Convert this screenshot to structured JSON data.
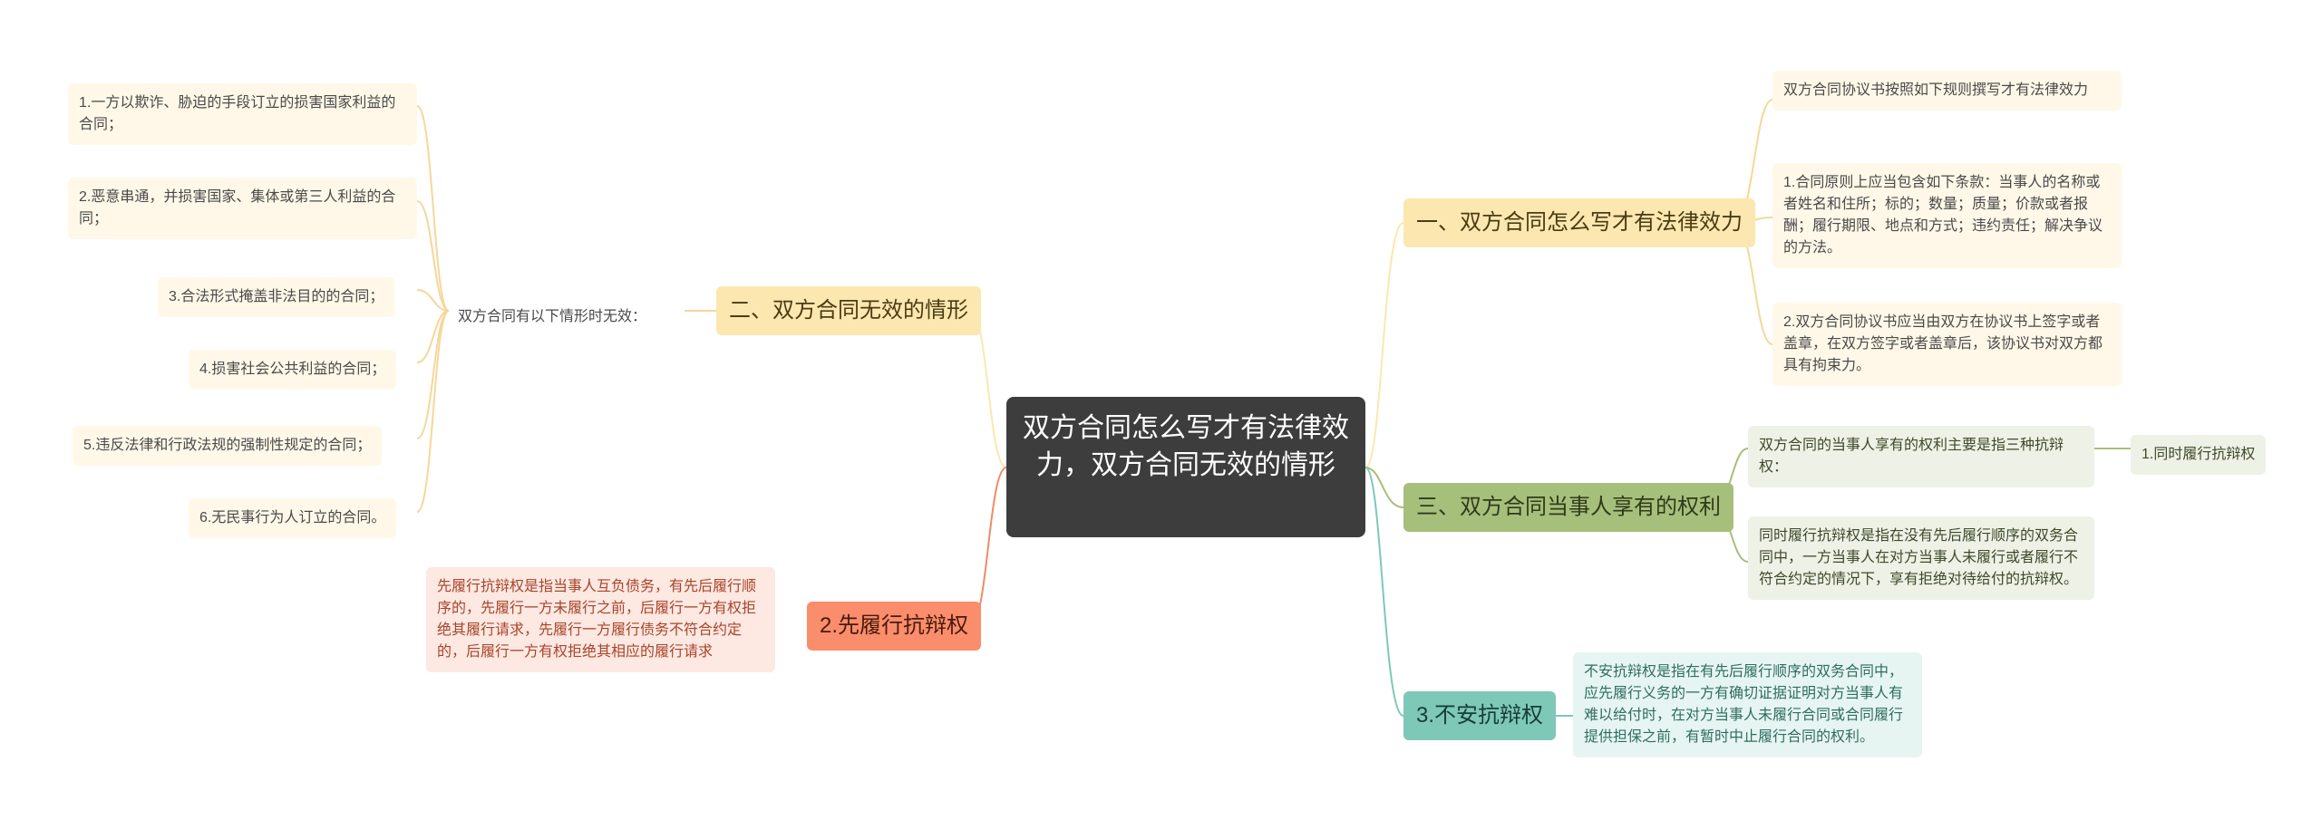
{
  "root": {
    "title": "双方合同怎么写才有法律效力，双方合同无效的情形"
  },
  "right": {
    "b1": {
      "label": "一、双方合同怎么写才有法律效力",
      "leaves": [
        "双方合同协议书按照如下规则撰写才有法律效力",
        "1.合同原则上应当包含如下条款：当事人的名称或者姓名和住所；标的；数量；质量；价款或者报酬；履行期限、地点和方式；违约责任；解决争议的方法。",
        "2.双方合同协议书应当由双方在协议书上签字或者盖章，在双方签字或者盖章后，该协议书对双方都具有拘束力。"
      ]
    },
    "b3": {
      "label": "三、双方合同当事人享有的权利",
      "leaf1": "双方合同的当事人享有的权利主要是指三种抗辩权：",
      "leaf1_child": "1.同时履行抗辩权",
      "leaf2": "同时履行抗辩权是指在没有先后履行顺序的双务合同中，一方当事人在对方当事人未履行或者履行不符合约定的情况下，享有拒绝对待给付的抗辩权。"
    },
    "b4": {
      "label": "3.不安抗辩权",
      "leaf": "不安抗辩权是指在有先后履行顺序的双务合同中，应先履行义务的一方有确切证据证明对方当事人有难以给付时，在对方当事人未履行合同或合同履行提供担保之前，有暂时中止履行合同的权利。"
    }
  },
  "left": {
    "b2": {
      "label": "二、双方合同无效的情形",
      "intro": "双方合同有以下情形时无效：",
      "items": [
        "1.一方以欺诈、胁迫的手段订立的损害国家利益的合同；",
        "2.恶意串通，并损害国家、集体或第三人利益的合同；",
        "3.合法形式掩盖非法目的的合同；",
        "4.损害社会公共利益的合同；",
        "5.违反法律和行政法规的强制性规定的合同；",
        "6.无民事行为人订立的合同。"
      ]
    },
    "b5": {
      "label": "2.先履行抗辩权",
      "leaf": "先履行抗辩权是指当事人互负债务，有先后履行顺序的，先履行一方未履行之前，后履行一方有权拒绝其履行请求，先履行一方履行债务不符合约定的，后履行一方有权拒绝其相应的履行请求"
    }
  },
  "colors": {
    "root": "#3d3d3d",
    "yellow_branch": "#fde7b0",
    "green_branch": "#a6bf7a",
    "orange_branch": "#fa8d6b",
    "teal_branch": "#7ec8b8",
    "yellow_line": "#f5d79a",
    "green_line": "#a6bf7a",
    "orange_line": "#f08a68",
    "teal_line": "#7ec8b8"
  }
}
